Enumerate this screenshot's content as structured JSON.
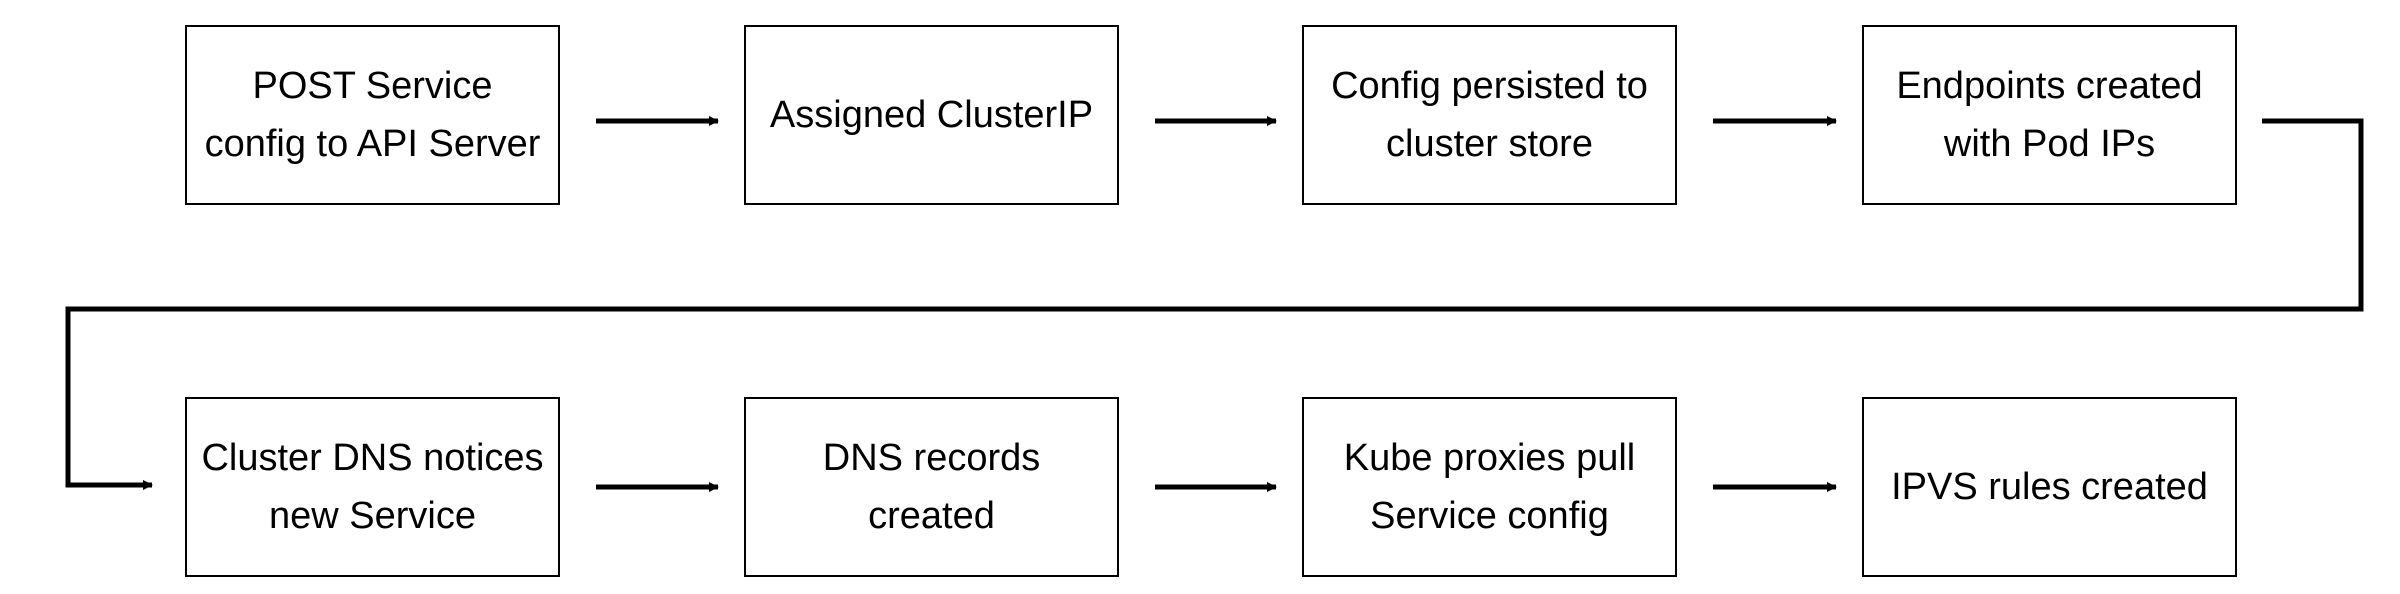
{
  "colors": {
    "line": "#000000",
    "box_border": "#000000",
    "box_fill": "#ffffff",
    "text": "#000000"
  },
  "steps": [
    {
      "label": "POST Service config to API Server"
    },
    {
      "label": "Assigned ClusterIP"
    },
    {
      "label": "Config persisted to cluster store"
    },
    {
      "label": "Endpoints created with Pod IPs"
    },
    {
      "label": "Cluster DNS notices new Service"
    },
    {
      "label": "DNS records created"
    },
    {
      "label": "Kube proxies pull Service config"
    },
    {
      "label": "IPVS rules created"
    }
  ]
}
